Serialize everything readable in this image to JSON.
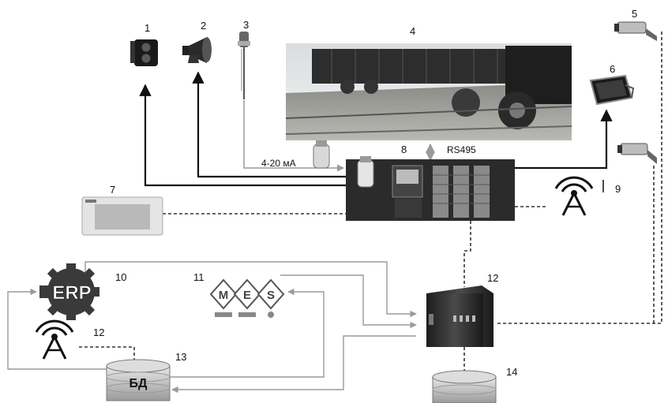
{
  "labels": {
    "n1": "1",
    "n2": "2",
    "n3": "3",
    "n4": "4",
    "n5": "5",
    "n6": "6",
    "n7": "7",
    "n8": "8",
    "n9": "9",
    "n10": "10",
    "n11": "11",
    "n12a": "12",
    "n12b": "12",
    "n13": "13",
    "n14": "14",
    "signal": "4-20 мА",
    "rs485": "RS495",
    "erp": "ERP",
    "mes_m": "M",
    "mes_e": "E",
    "mes_s": "S",
    "db": "БД"
  },
  "icons": [
    "traffic-light-icon",
    "siren-icon",
    "sensor-probe-icon",
    "railcar-photo",
    "camera-icon",
    "floodlight-icon",
    "hmi-panel-icon",
    "controller-cabinet-icon",
    "antenna-icon",
    "erp-gear-icon",
    "mes-logo-icon",
    "server-icon",
    "database-icon"
  ],
  "colors": {
    "line": "#111111",
    "dashed": "#333333",
    "flow": "#9a9a9a"
  }
}
